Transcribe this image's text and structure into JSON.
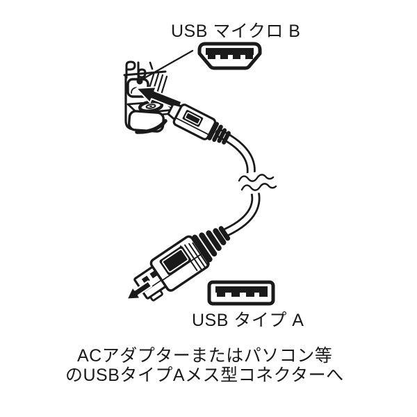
{
  "canvas": {
    "background": "#ffffff",
    "ink": "#1a1a1a"
  },
  "top_label": {
    "text": "USB マイクロ B"
  },
  "bottom_label": {
    "text": "USB タイプ A"
  },
  "caption": {
    "line1": "ACアダプターまたはパソコン等",
    "line2": "のUSBタイプAメス型コネクターへ"
  },
  "icons": {
    "micro_b_receptacle": "usb-micro-b-port-icon",
    "type_a_receptacle": "usb-type-a-port-icon",
    "insert_arrow_top": "insert-direction-arrow-icon",
    "insert_arrow_bottom": "insert-direction-arrow-icon",
    "cable_break": "cable-break-symbol"
  }
}
